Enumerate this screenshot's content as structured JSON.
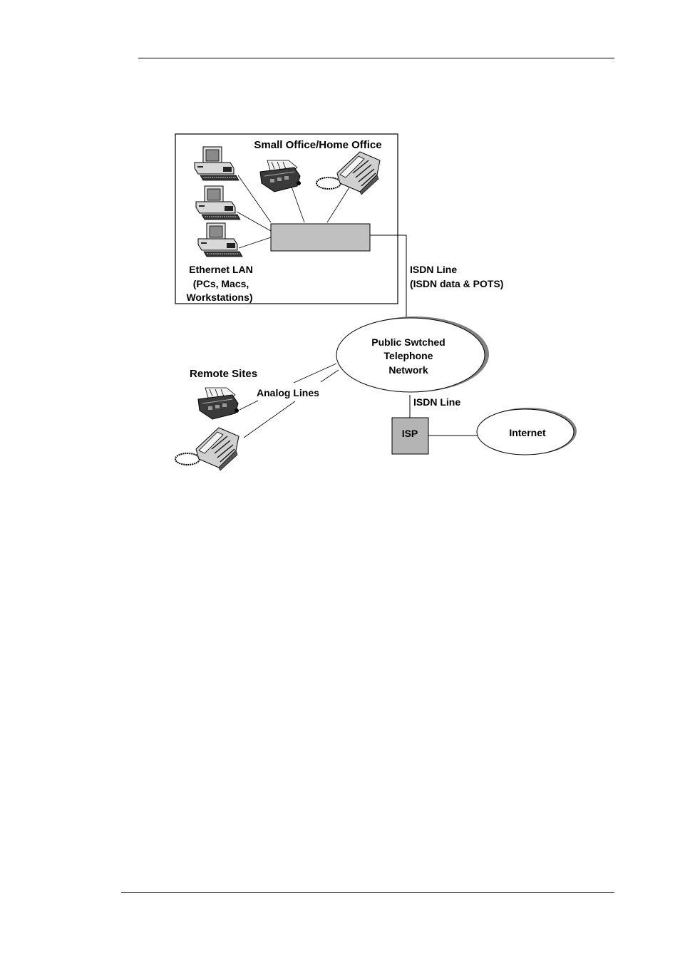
{
  "page": {
    "background": "#ffffff"
  },
  "diagram": {
    "soho_box": {
      "title": "Small Office/Home Office",
      "lan_label_lines": [
        "Ethernet LAN",
        "(PCs, Macs,",
        "Workstations)"
      ],
      "devices": [
        "pc-1",
        "pc-2",
        "pc-3",
        "fax",
        "telephone"
      ],
      "router_color": "#c0c0c0"
    },
    "isdn_uplink": {
      "label_lines": [
        "ISDN Line",
        "(ISDN data & POTS)"
      ]
    },
    "pstn": {
      "label_lines": [
        "Public Swtched",
        "Telephone",
        "Network"
      ]
    },
    "remote_sites": {
      "title": "Remote Sites",
      "line_label": "Analog Lines",
      "devices": [
        "fax",
        "telephone"
      ]
    },
    "isp_link": {
      "label": "ISDN Line"
    },
    "isp": {
      "label": "ISP",
      "color": "#b4b4b4"
    },
    "internet": {
      "label": "Internet"
    },
    "shadow_color": "#808080"
  }
}
